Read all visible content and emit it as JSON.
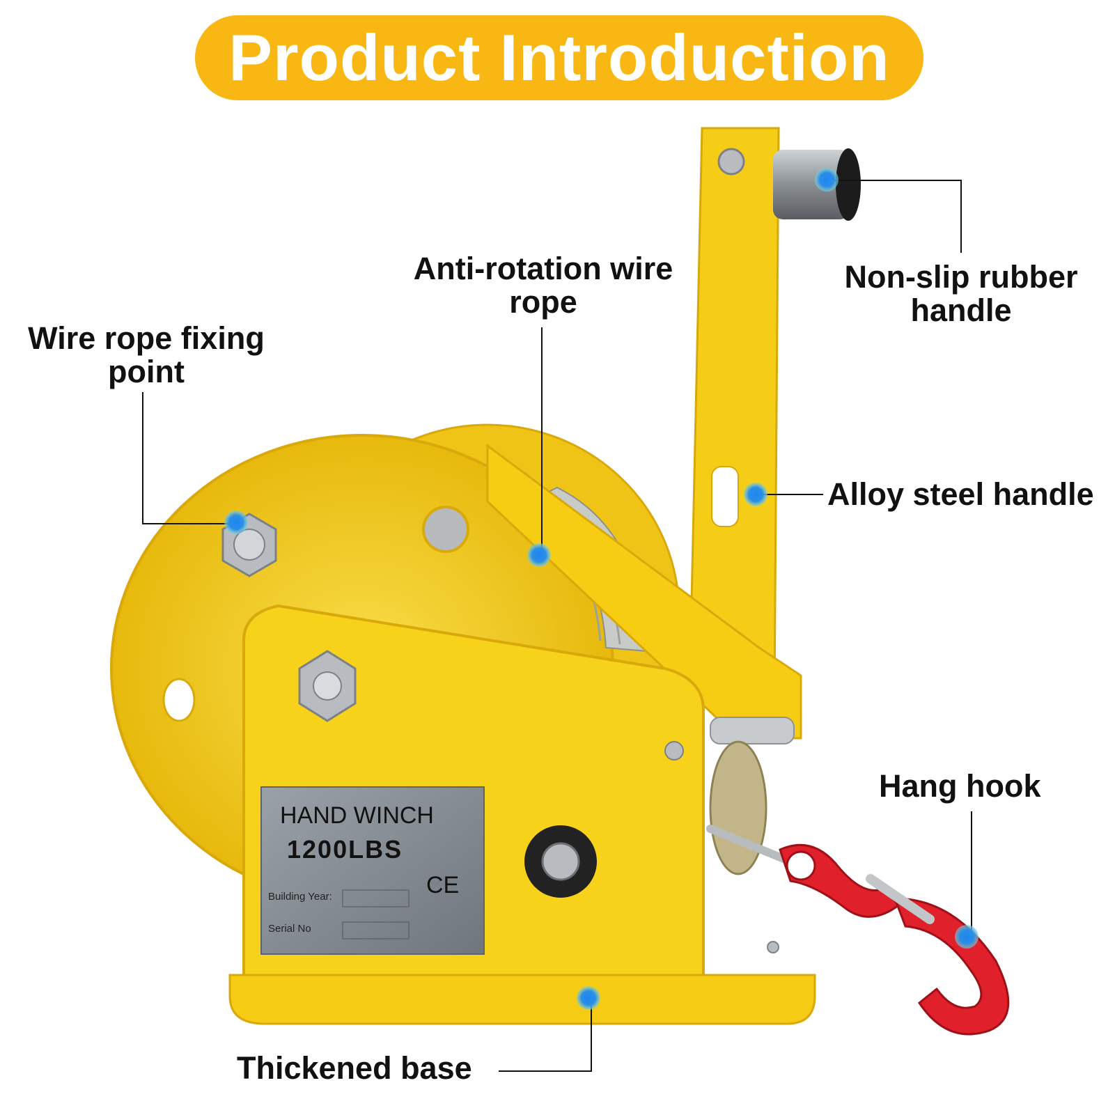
{
  "header": {
    "title": "Product Introduction"
  },
  "labels": {
    "anti_rotation": "Anti-rotation wire rope",
    "non_slip": "Non-slip rubber handle",
    "wire_fixing": "Wire rope fixing point",
    "alloy_handle": "Alloy steel handle",
    "hang_hook": "Hang hook",
    "thickened_base": "Thickened base"
  },
  "nameplate": {
    "line1": "HAND WINCH",
    "line2": "1200LBS",
    "ce": "CE",
    "building_year": "Building Year:",
    "serial_no": "Serial No"
  },
  "colors": {
    "banner": "#f8b712",
    "winch_body": "#f7d21a",
    "hook": "#e0202a",
    "marker": "#2a8ee8"
  }
}
